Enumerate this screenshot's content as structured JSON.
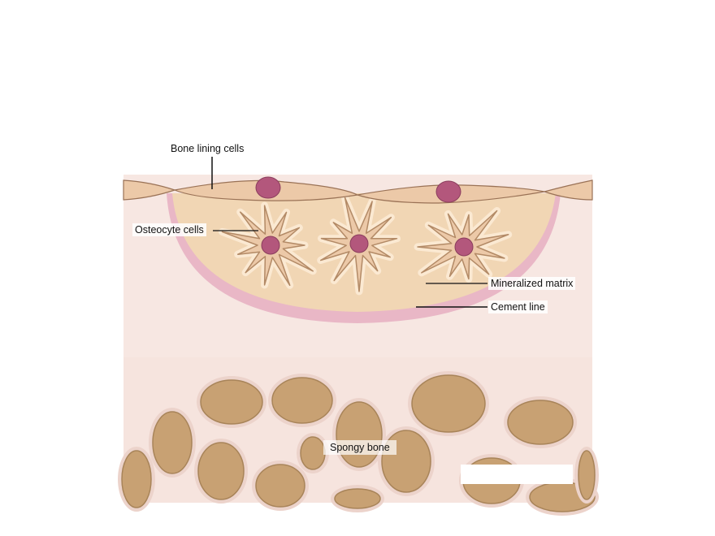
{
  "labels": {
    "bone_lining_cells": "Bone lining cells",
    "osteocyte_cells": "Osteocyte cells",
    "mineralized_matrix": "Mineralized matrix",
    "cement_line": "Cement line",
    "spongy_bone": "Spongy bone"
  },
  "colors": {
    "background": "#f7e7e2",
    "matrix": "#f1d6b4",
    "cement_line": "#e9b7c6",
    "lining_cell": "#ecc9a8",
    "nucleus": "#b3577c",
    "pore": "#c8a173"
  }
}
